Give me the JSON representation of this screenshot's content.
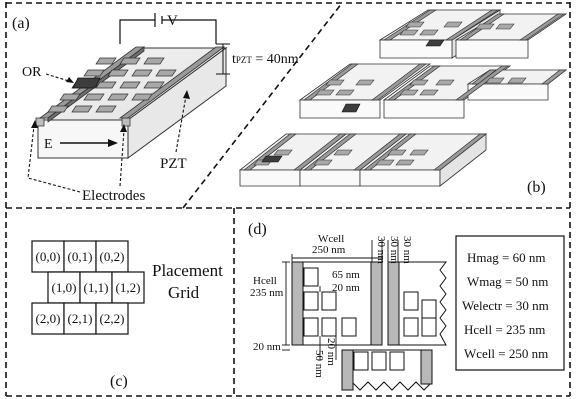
{
  "panel_a": {
    "label": "(a)",
    "voltage": "V",
    "thickness_main": "t",
    "thickness_sub": "PZT",
    "thickness_value": " = 40nm",
    "or_label": "OR",
    "e_label": "E",
    "pzt_label": "PZT",
    "electrodes_label": "Electrodes"
  },
  "panel_b": {
    "label": "(b)"
  },
  "panel_c": {
    "label": "(c)",
    "title_line1": "Placement",
    "title_line2": "Grid",
    "cells": [
      [
        "(0,0)",
        "(0,1)",
        "(0,2)"
      ],
      [
        "(1,0)",
        "(1,1)",
        "(1,2)"
      ],
      [
        "(2,0)",
        "(2,1)",
        "(2,2)"
      ]
    ]
  },
  "panel_d": {
    "label": "(d)",
    "wcell_label": "Wcell",
    "wcell_value": "250 nm",
    "hcell_label": "Hcell",
    "hcell_value": "235 nm",
    "dim_65": "65 nm",
    "dim_20_top": "20 nm",
    "dim_30_a": "30 nm",
    "dim_30_b": "30 nm",
    "dim_30_c": "30 nm",
    "dim_20_left": "20 nm",
    "dim_20_bottom": "20 nm",
    "dim_50": "50 nm",
    "params": [
      "Hmag = 60 nm",
      "Wmag = 50 nm",
      "Welectr = 30 nm",
      "Hcell = 235 nm",
      "Wcell = 250 nm"
    ]
  }
}
